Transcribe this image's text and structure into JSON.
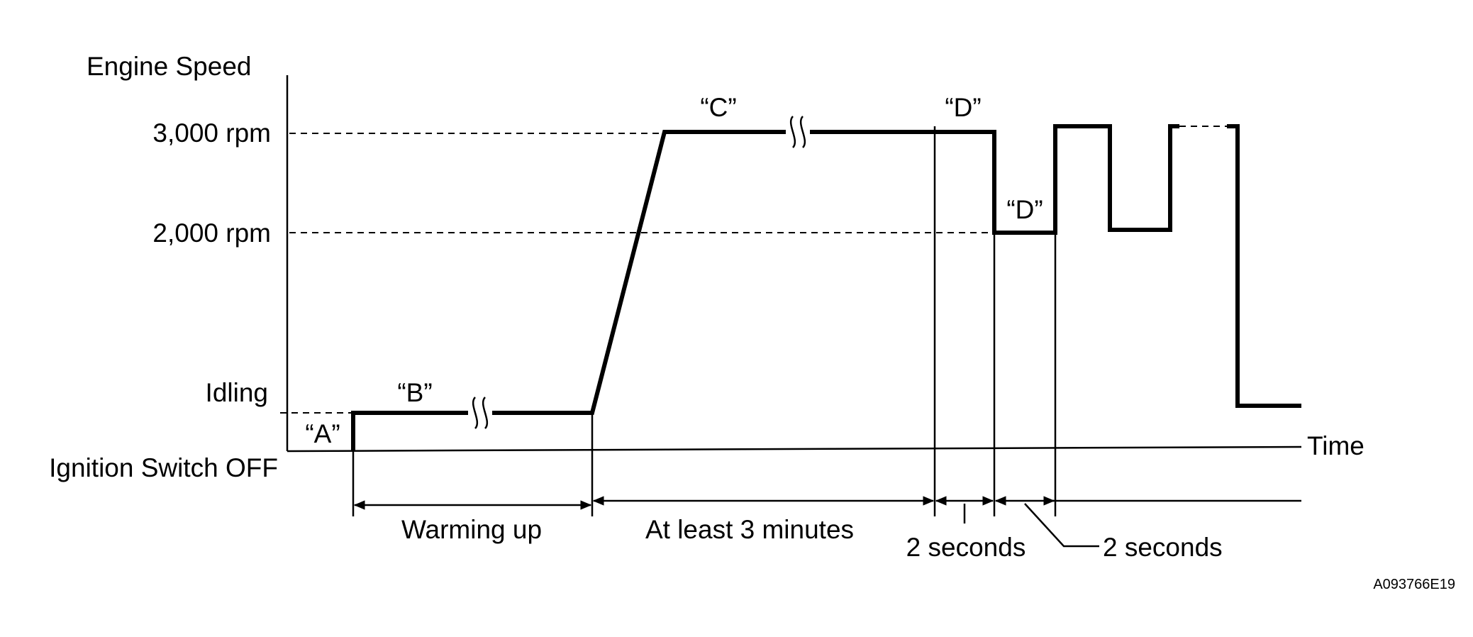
{
  "y_axis": {
    "title": "Engine Speed",
    "labels": {
      "rpm3000": "3,000 rpm",
      "rpm2000": "2,000 rpm",
      "idling": "Idling",
      "off": "Ignition Switch OFF"
    }
  },
  "x_axis": {
    "label": "Time"
  },
  "phase_labels": {
    "a": "“A”",
    "b": "“B”",
    "c": "“C”",
    "d_high": "“D”",
    "d_low": "“D”"
  },
  "durations": {
    "warming_up": "Warming up",
    "at_least_3_minutes": "At least 3 minutes",
    "two_seconds_high": "2 seconds",
    "two_seconds_low": "2 seconds"
  },
  "figure_code": "A093766E19"
}
